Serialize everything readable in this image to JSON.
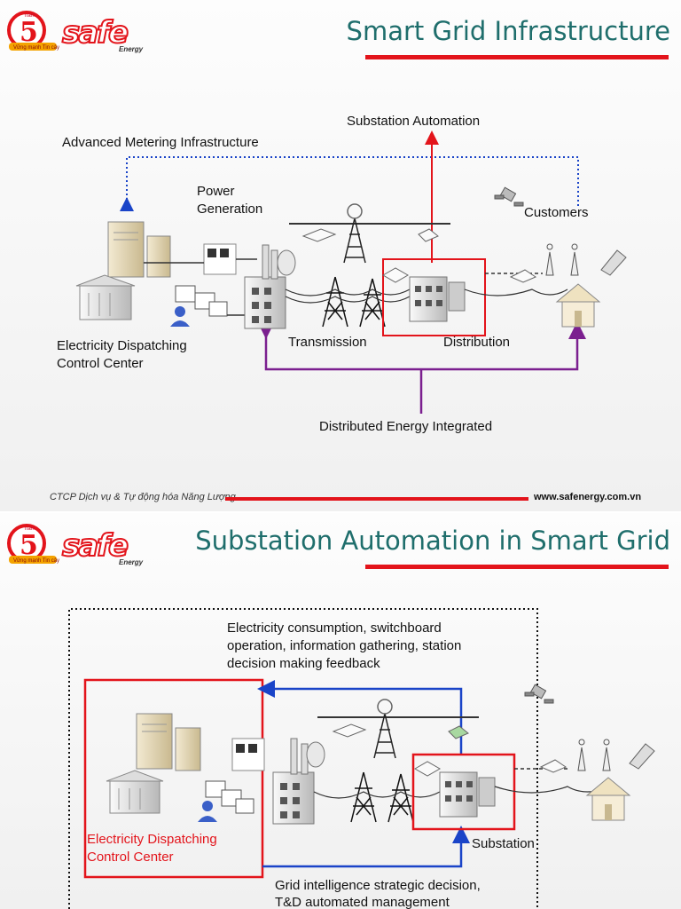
{
  "slides": [
    {
      "title": "Smart Grid Infrastructure",
      "labels": {
        "substation_automation": "Substation Automation",
        "ami": "Advanced Metering Infrastructure",
        "power_generation_1": "Power",
        "power_generation_2": "Generation",
        "customers": "Customers",
        "control_center_1": "Electricity Dispatching",
        "control_center_2": "Control Center",
        "transmission": "Transmission",
        "distribution": "Distribution",
        "distributed_energy": "Distributed Energy Integrated"
      },
      "footer": {
        "company": "CTCP Dịch vụ & Tự động hóa Năng Lượng",
        "website": "www.safenergy.com.vn"
      }
    },
    {
      "title": "Substation Automation in Smart Grid",
      "labels": {
        "feedback_1": "Electricity consumption, switchboard",
        "feedback_2": "operation, information gathering, station",
        "feedback_3": "decision making feedback",
        "control_center_1": "Electricity Dispatching",
        "control_center_2": "Control Center",
        "substation": "Substation",
        "decision_1": "Grid intelligence strategic decision,",
        "decision_2": "T&D automated management"
      }
    }
  ],
  "logo": {
    "number": "5",
    "small_text": "năm",
    "brand": "safe",
    "sub": "Energy",
    "tagline": "Vững mạnh Tin cậy"
  },
  "colors": {
    "title": "#1f6e6c",
    "accent_red": "#e3141b",
    "ami_blue": "#1a44c8",
    "purple": "#7b1f8f",
    "blue": "#1a44c8"
  }
}
